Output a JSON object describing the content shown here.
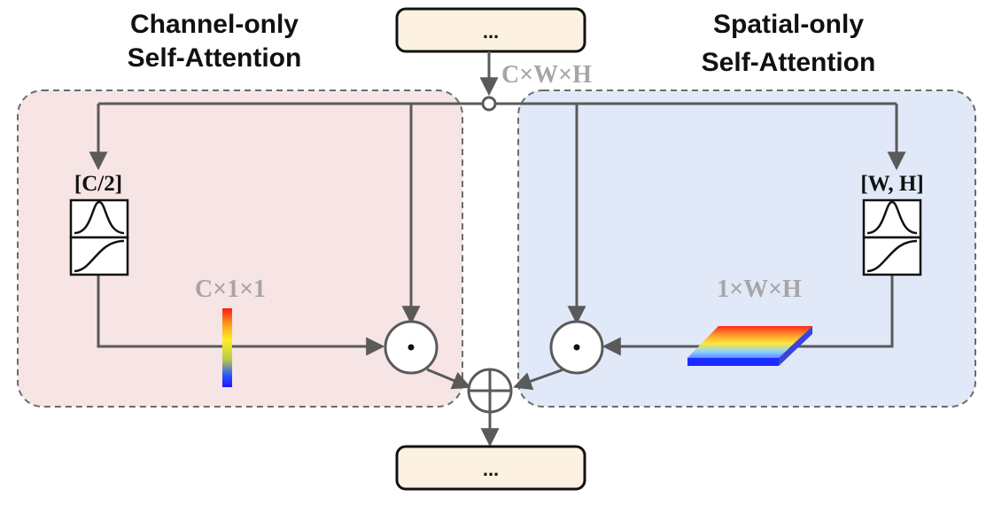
{
  "top_box": {
    "label": "..."
  },
  "bottom_box": {
    "label": "..."
  },
  "input_dims": "C×W×H",
  "channel_branch": {
    "title_line1": "Channel-only",
    "title_line2": "Self-Attention",
    "conv_label": "[C/2]",
    "attention_dims": "C×1×1",
    "panel_color": "#f7e4e4"
  },
  "spatial_branch": {
    "title_line1": "Spatial-only",
    "title_line2": "Self-Attention",
    "conv_label": "[W, H]",
    "attention_dims": "1×W×H",
    "panel_color": "#e1e8f8"
  },
  "operators": {
    "multiply": "⊙",
    "add": "⊕"
  },
  "colors": {
    "line": "#5a5a5a",
    "dim_text": "#a6a6a6",
    "io_box_fill": "#fdf1e2"
  }
}
